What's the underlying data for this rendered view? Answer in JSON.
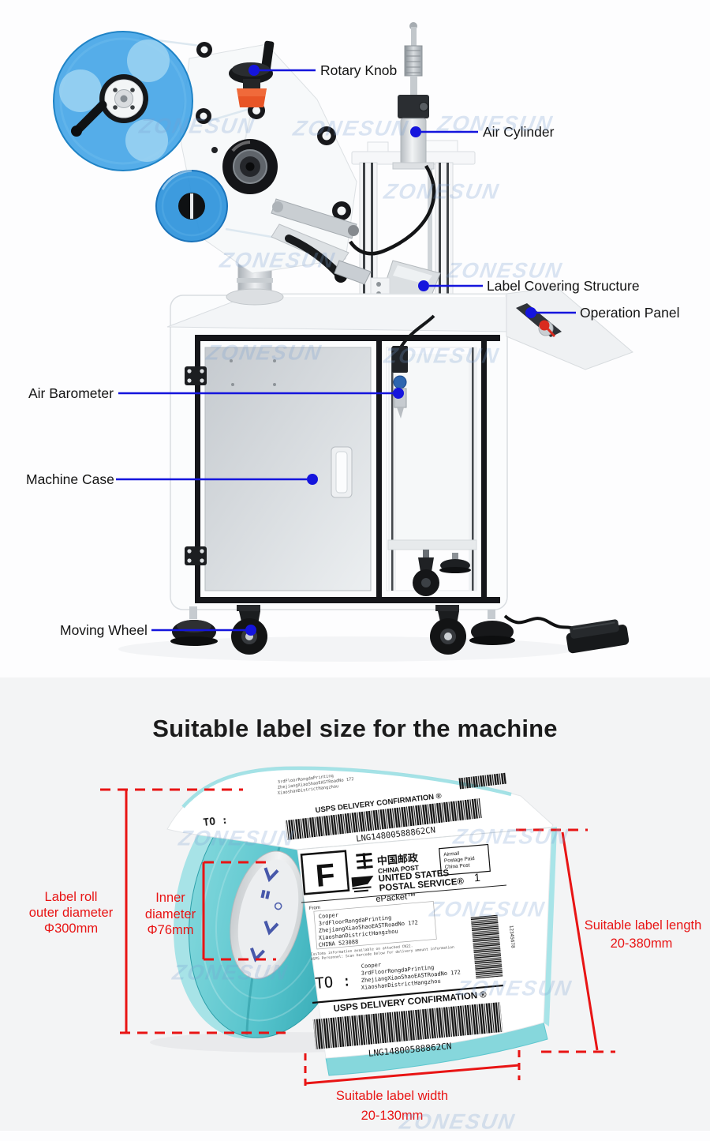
{
  "watermark_text": "ZONESUN",
  "machine": {
    "callouts": {
      "rotary_knob": "Rotary Knob",
      "air_cylinder": "Air Cylinder",
      "label_covering": "Label Covering Structure",
      "operation_panel": "Operation Panel",
      "air_barometer": "Air Barometer",
      "machine_case": "Machine Case",
      "moving_wheel": "Moving Wheel"
    },
    "colors": {
      "callout_blue": "#1515dd",
      "reel_blue": "#3da2e6",
      "knob_orange": "#e85526"
    }
  },
  "label_size_section": {
    "title": "Suitable label size for the machine",
    "outer_diameter": {
      "line1": "Label roll",
      "line2": "outer diameter",
      "line3": "Φ300mm"
    },
    "inner_diameter": {
      "line1": "Inner",
      "line2": "diameter",
      "line3": "Φ76mm"
    },
    "label_length": {
      "line1": "Suitable label length",
      "line2": "20-380mm"
    },
    "label_width": {
      "line1": "Suitable label width",
      "line2": "20-130mm"
    },
    "colors": {
      "dimension_red": "#e81414",
      "roll_teal": "#54c3cc"
    }
  },
  "shipping_label": {
    "sort_letter": "F",
    "china_post_cn": "中国邮政",
    "china_post_en": "CHINA POST",
    "airmail_line1": "Airmail",
    "airmail_line2": "Postage Paid",
    "airmail_line3": "China Post",
    "usps_line1": "UNITED STATES",
    "usps_line2": "POSTAL SERVICE®",
    "epacket": "ePacket™",
    "quantity": "1",
    "from_label": "From",
    "from_line1": "Cooper",
    "from_line2": "3rdFloorRongdaPrinting",
    "from_line3": "ZhejiangXiaoShaoEASTRoadNo 172",
    "from_line4": "XiaoshanDistrictHangzhou",
    "from_line5": "CHINA 523088",
    "fine_print1": "Customs information available on attached CN22.",
    "fine_print2": "USPS Personnel: Scan barcode below for delivery amount information",
    "side_number": "12345678",
    "to_label": "TO :",
    "to_line1": "Cooper",
    "to_line2": "3rdFloorRongdaPrinting",
    "to_line3": "ZhejiangXiaoShaoEASTRoadNo 172",
    "to_line4": "XiaoshanDistrictHangzhou",
    "confirmation": "USPS DELIVERY CONFIRMATION ®",
    "tracking": "LNG14800588862CN",
    "top_strip": {
      "to_label": "TO :",
      "addr1": "3rdFloorRongdaPrinting",
      "addr2": "ZhejiangXiaoShaoEASTRoadNo 172",
      "addr3": "XiaoshanDistrictHangzhou",
      "confirmation": "USPS DELIVERY CONFIRMATION ®",
      "tracking": "LNG14800588862CN"
    }
  }
}
